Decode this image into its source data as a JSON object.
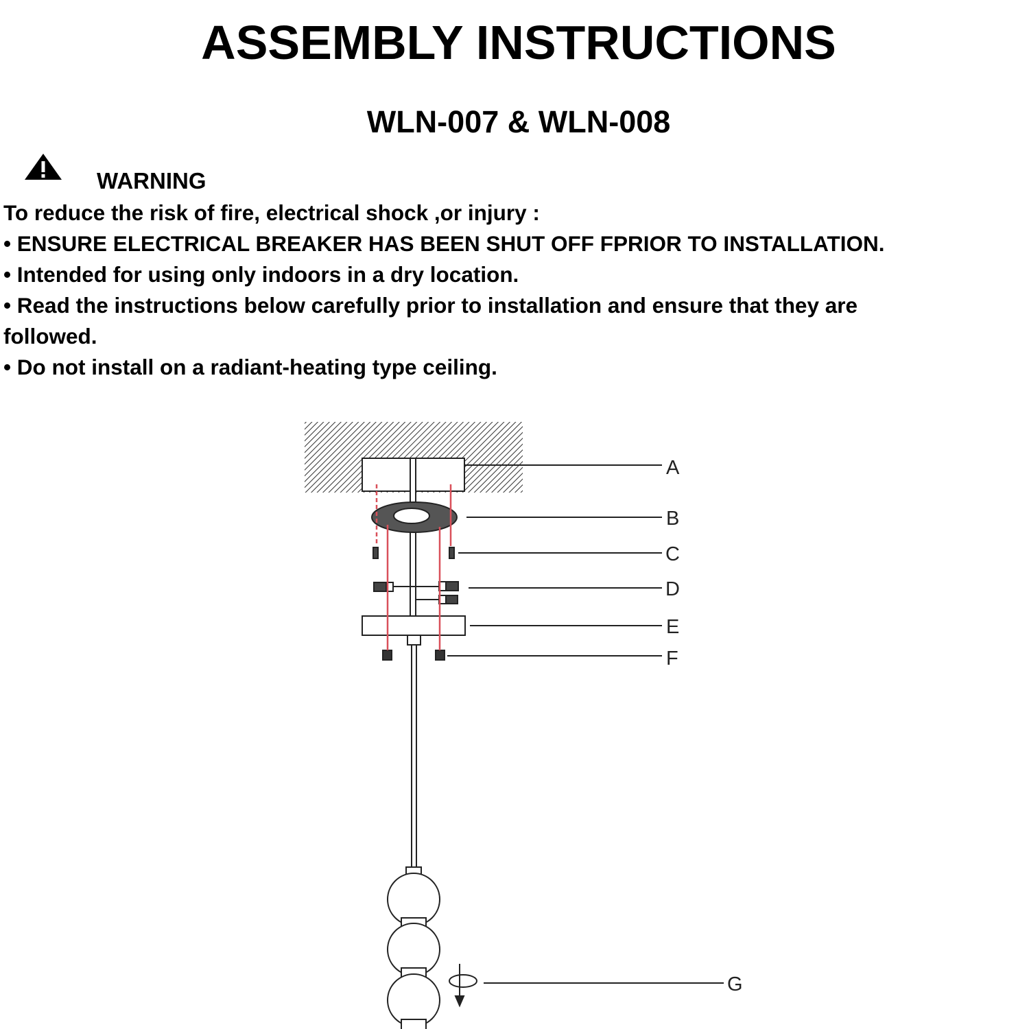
{
  "header": {
    "title": "ASSEMBLY INSTRUCTIONS",
    "model": "WLN-007 & WLN-008"
  },
  "warning": {
    "icon": "warning-triangle-icon",
    "heading": "WARNING",
    "intro": "To reduce the risk of fire, electrical shock ,or injury :",
    "bullets": [
      "• ENSURE ELECTRICAL BREAKER HAS BEEN SHUT OFF FPRIOR TO INSTALLATION.",
      "• Intended for using only indoors in a dry location.",
      "• Read the instructions below carefully prior to installation and ensure that they are",
      "followed.",
      "• Do not install on a radiant-heating type ceiling."
    ]
  },
  "diagram": {
    "labels": [
      "A",
      "B",
      "C",
      "D",
      "E",
      "F",
      "G"
    ],
    "accent_color": "#d9505a"
  }
}
